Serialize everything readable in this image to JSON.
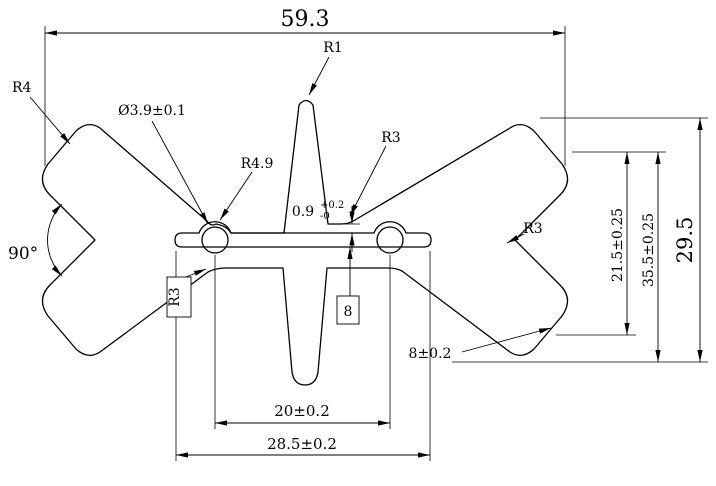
{
  "drawing": {
    "colors": {
      "line": "#000000",
      "background": "#ffffff"
    },
    "dimensions": {
      "overall_width": "59.3",
      "overall_height": "29.5",
      "height_outer": "35.5±0.25",
      "height_inner": "21.5±0.25",
      "corner_notch": "8±0.2",
      "web_depth": "8",
      "hole_spacing": "20±0.2",
      "slot_span": "28.5±0.2",
      "notch_angle": "90°",
      "hole_diameter": "Ø3.9±0.1",
      "gap_value": "0.9",
      "gap_tol_plus": "+0.2",
      "gap_tol_minus": "-0"
    },
    "radius_labels": {
      "r4": "R4",
      "r1": "R1",
      "r4_9": "R4.9",
      "r3_top": "R3",
      "r3_right": "R3",
      "r3_left": "R3"
    }
  }
}
